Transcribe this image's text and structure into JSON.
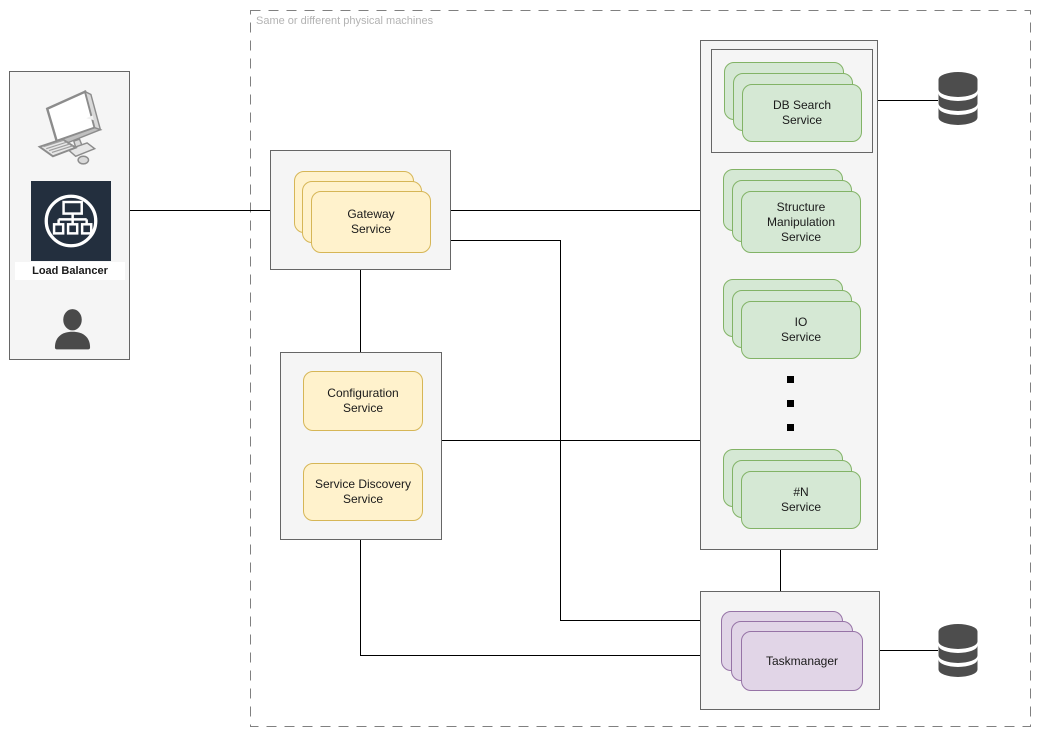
{
  "boundary": {
    "label": "Same or different physical machines"
  },
  "client": {
    "load_balancer_label": "Load Balancer",
    "icons": [
      "computer-icon",
      "load-balancer-icon",
      "user-icon"
    ]
  },
  "services": {
    "gateway": {
      "label": "Gateway\nService",
      "replicas": "stacked",
      "color": "#fff2cc"
    },
    "configuration": {
      "label": "Configuration\nService",
      "replicas": "single",
      "color": "#fff2cc"
    },
    "service_discovery": {
      "label": "Service Discovery\nService",
      "replicas": "single",
      "color": "#fff2cc"
    },
    "db_search": {
      "label": "DB Search\nService",
      "replicas": "stacked",
      "color": "#d5e8d4"
    },
    "structure_manipulation": {
      "label": "Structure\nManipulation\nService",
      "replicas": "stacked",
      "color": "#d5e8d4"
    },
    "io": {
      "label": "IO\nService",
      "replicas": "stacked",
      "color": "#d5e8d4"
    },
    "n_service": {
      "label": "#N\nService",
      "replicas": "stacked",
      "color": "#d5e8d4"
    },
    "taskmanager": {
      "label": "Taskmanager",
      "replicas": "stacked",
      "color": "#e1d5e7"
    }
  },
  "storage": {
    "icons": [
      "database-icon",
      "database-icon"
    ],
    "color": "#4d4d4d"
  },
  "palette": {
    "yellow_fill": "#fff2cc",
    "yellow_stroke": "#d6b656",
    "green_fill": "#d5e8d4",
    "green_stroke": "#82b366",
    "purple_fill": "#e1d5e7",
    "purple_stroke": "#9673a6",
    "group_fill": "#f5f5f5",
    "group_stroke": "#666666",
    "lb_tile_fill": "#232f3e",
    "database_fill": "#4d4d4d",
    "line": "#000000",
    "boundary_stroke": "#808080",
    "boundary_label_color": "#b3b3b3"
  }
}
